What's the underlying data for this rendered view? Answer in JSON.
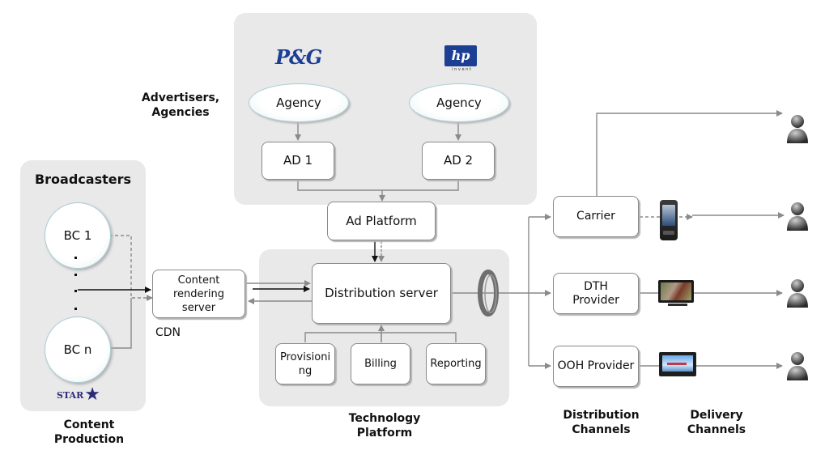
{
  "advertisers": {
    "section_label": "Advertisers, Agencies",
    "logos": [
      {
        "name": "pg-logo",
        "text": "P&G",
        "color": "#1c3f94"
      },
      {
        "name": "hp-logo",
        "text": "hp",
        "subtext": "i n v e n t",
        "color": "#1c3f94"
      }
    ],
    "agencies": [
      "Agency",
      "Agency"
    ],
    "ads": [
      "AD 1",
      "AD 2"
    ]
  },
  "ad_platform": {
    "label": "Ad Platform"
  },
  "broadcasters": {
    "title": "Broadcasters",
    "nodes": [
      "BC 1",
      "BC n"
    ],
    "logo": {
      "text": "STAR",
      "icon": "star-icon",
      "color": "#2a2a7a"
    },
    "section_label": "Content Production"
  },
  "cdn": {
    "server_label": "Content rendering server",
    "label": "CDN"
  },
  "technology": {
    "distribution_server": "Distribution server",
    "modules": [
      "Provisioning",
      "Billing",
      "Reporting"
    ],
    "section_label": "Technology Platform"
  },
  "distribution": {
    "channels": [
      "Carrier",
      "DTH Provider",
      "OOH Provider"
    ],
    "section_label": "Distribution Channels"
  },
  "delivery": {
    "devices": [
      {
        "name": "mobile-phone-icon"
      },
      {
        "name": "tv-icon"
      },
      {
        "name": "ooh-display-icon"
      }
    ],
    "section_label": "Delivery Channels",
    "users": [
      "user-icon",
      "user-icon",
      "user-icon",
      "user-icon"
    ]
  },
  "colors": {
    "panel": "#e9e9e9",
    "connector": "#8a8a8a",
    "logo_blue": "#1c3f94"
  }
}
